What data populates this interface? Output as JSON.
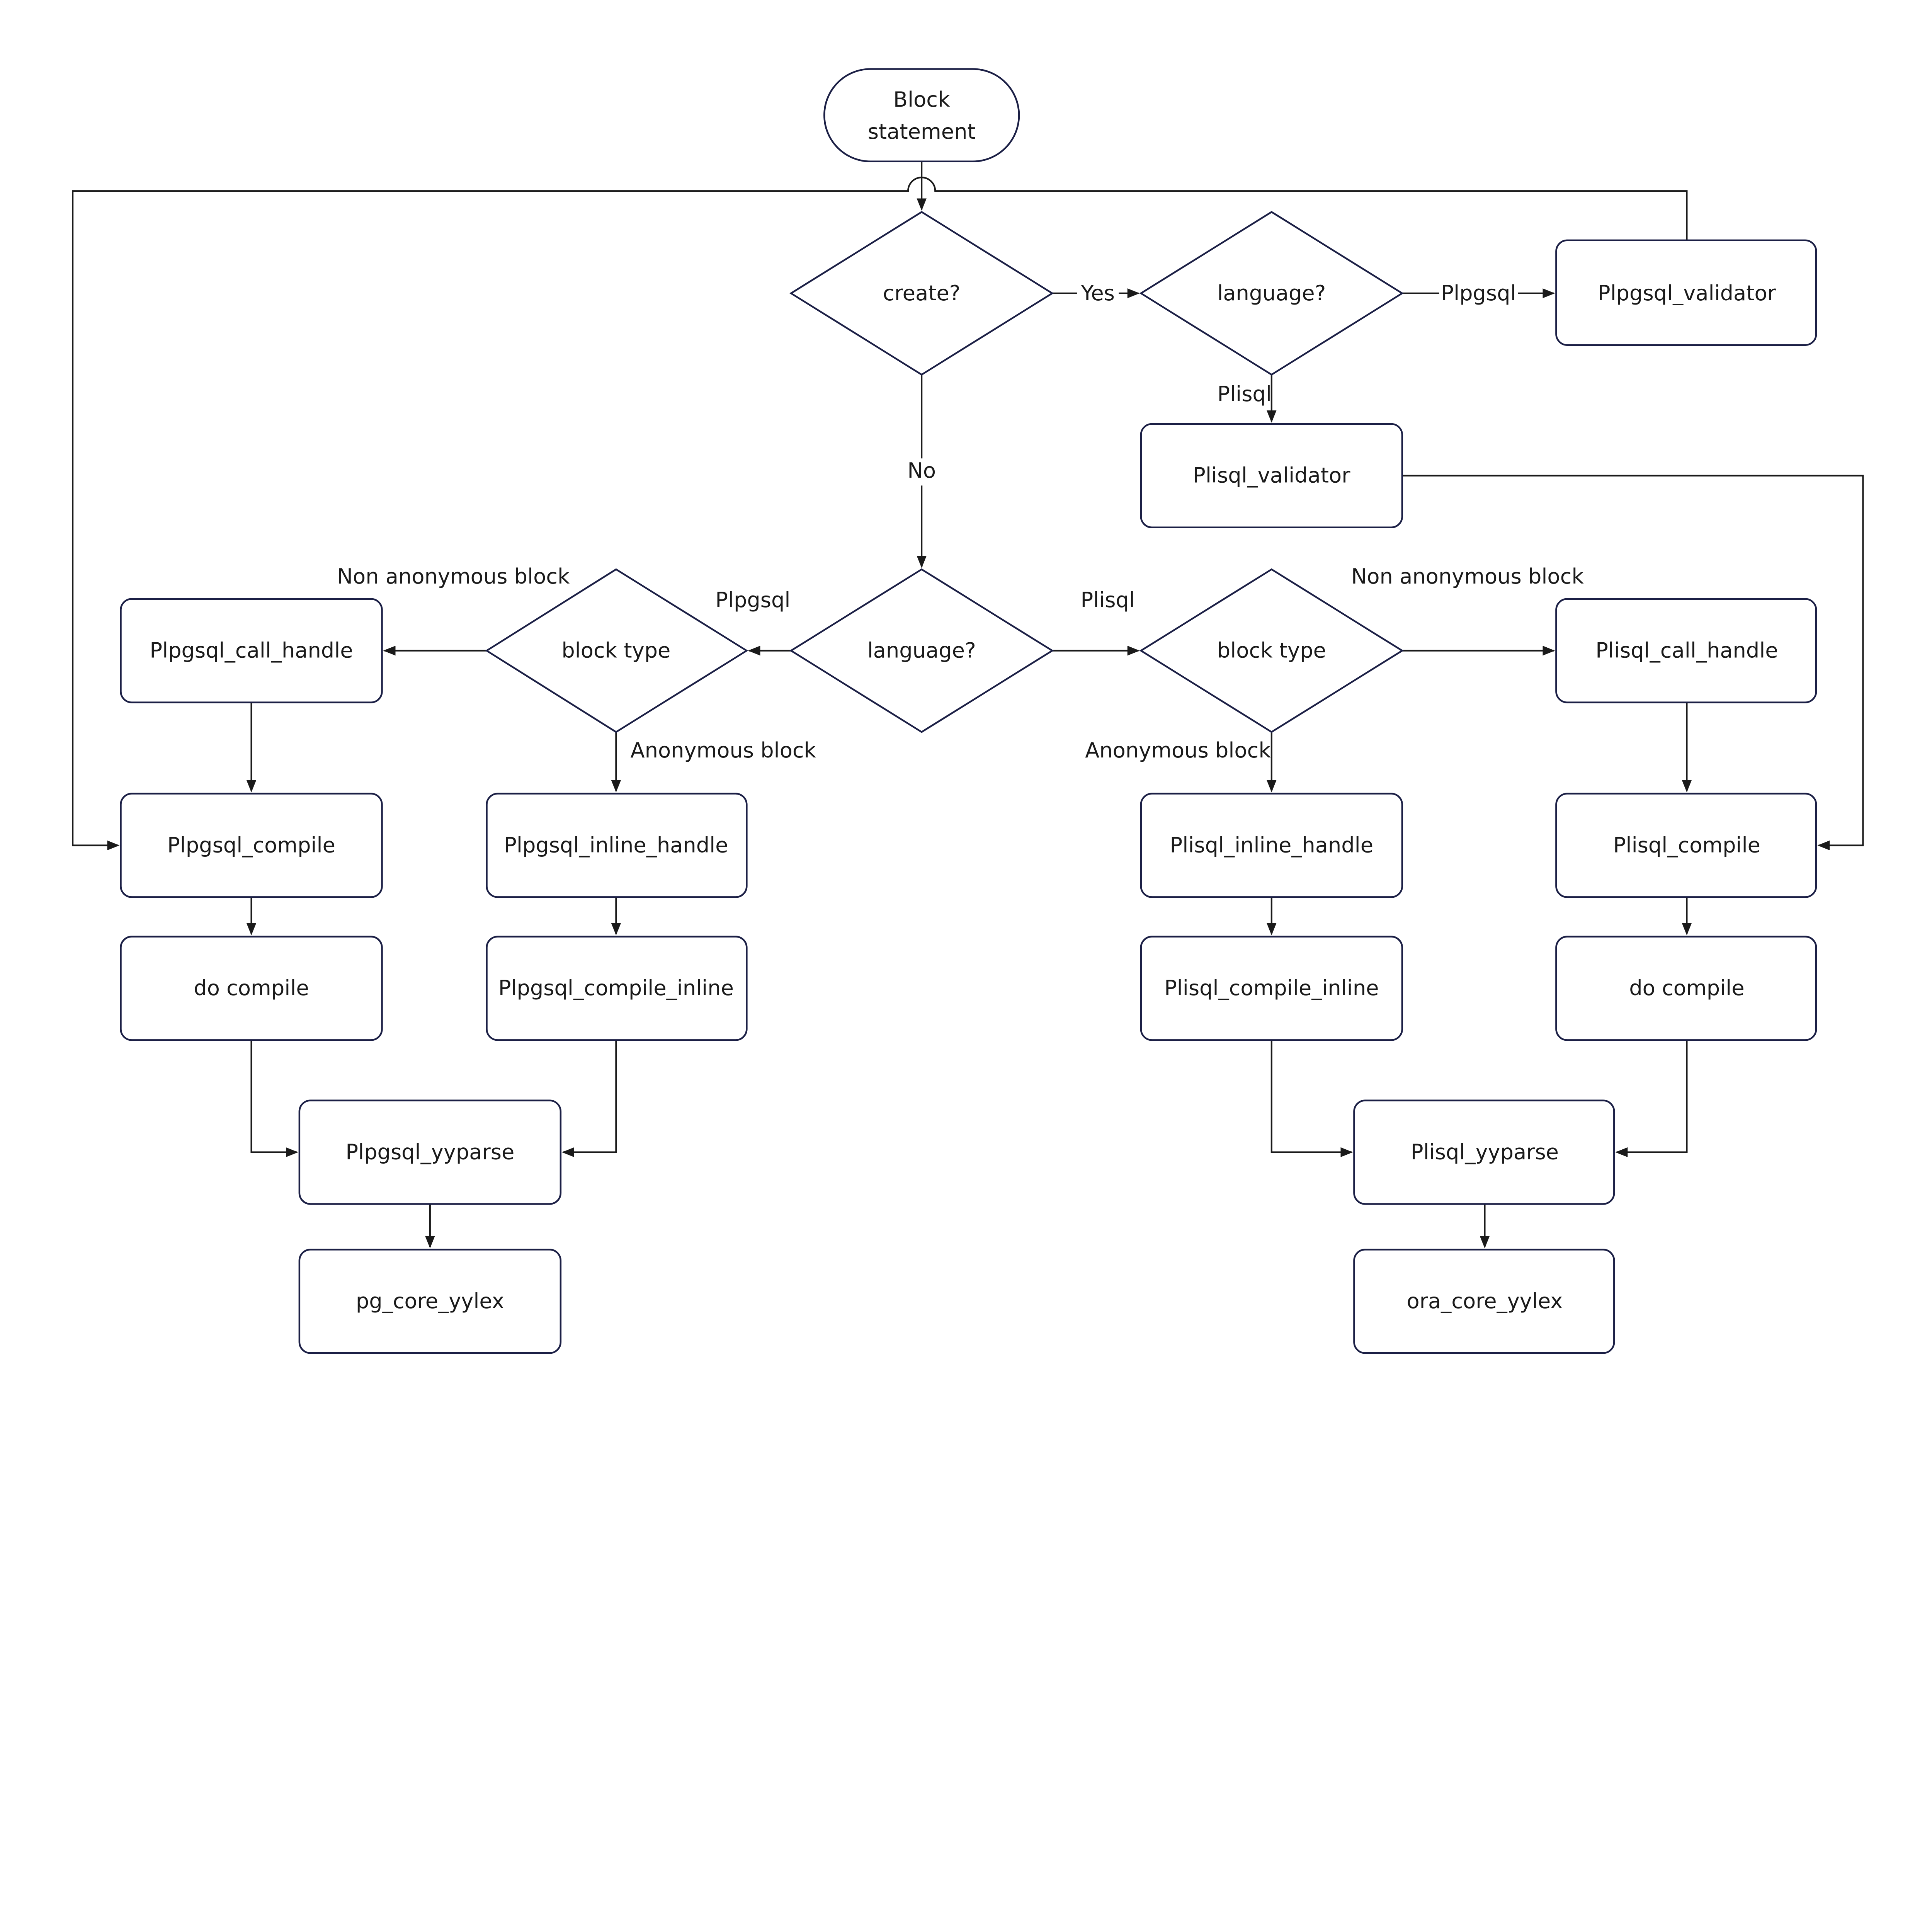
{
  "nodes": {
    "start_line1": "Block",
    "start_line2": "statement",
    "create": "create?",
    "language_top": "language?",
    "plpgsql_validator": "Plpgsql_validator",
    "plisql_validator": "Plisql_validator",
    "language_mid": "language?",
    "block_type_left": "block type",
    "block_type_right": "block type",
    "plpgsql_call_handle": "Plpgsql_call_handle",
    "plisql_call_handle": "Plisql_call_handle",
    "plpgsql_compile": "Plpgsql_compile",
    "plpgsql_inline_handle": "Plpgsql_inline_handle",
    "plisql_inline_handle": "Plisql_inline_handle",
    "plisql_compile": "Plisql_compile",
    "do_compile_left": "do compile",
    "plpgsql_compile_inline": "Plpgsql_compile_inline",
    "plisql_compile_inline": "Plisql_compile_inline",
    "do_compile_right": "do compile",
    "plpgsql_yyparse": "Plpgsql_yyparse",
    "plisql_yyparse": "Plisql_yyparse",
    "pg_core_yylex": "pg_core_yylex",
    "ora_core_yylex": "ora_core_yylex"
  },
  "edge_labels": {
    "yes": "Yes",
    "no": "No",
    "top_plpgsql": "Plpgsql",
    "top_plisql": "Plisql",
    "mid_plpgsql": "Plpgsql",
    "mid_plisql": "Plisql",
    "left_non_anonymous": "Non anonymous block",
    "left_anonymous": "Anonymous block",
    "right_non_anonymous": "Non anonymous block",
    "right_anonymous": "Anonymous block"
  },
  "colors": {
    "shape_stroke": "#1b1f45",
    "edge": "#1a1a1a"
  }
}
